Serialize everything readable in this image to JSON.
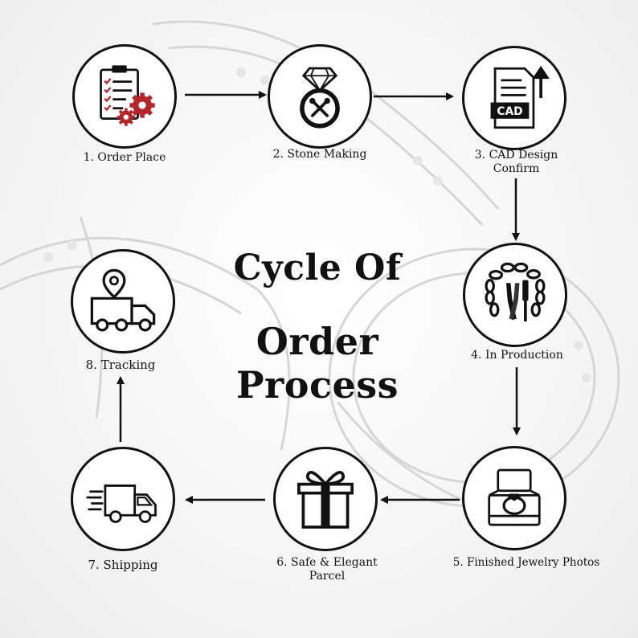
{
  "title_line1": "Cycle Of",
  "title_line2": "Order Process",
  "steps": [
    {
      "label_line1": "1. Order Place",
      "label_line2": "",
      "icon": "clipboard-gears-icon"
    },
    {
      "label_line1": "2. Stone Making",
      "label_line2": "",
      "icon": "diamond-ring-tools-icon"
    },
    {
      "label_line1": "3. CAD Design",
      "label_line2": "Confirm",
      "icon": "cad-file-icon"
    },
    {
      "label_line1": "4. In Production",
      "label_line2": "",
      "icon": "chain-pliers-icon"
    },
    {
      "label_line1": "5. Finished Jewelry Photos",
      "label_line2": "",
      "icon": "ring-box-icon"
    },
    {
      "label_line1": "6. Safe & Elegant",
      "label_line2": "Parcel",
      "icon": "gift-box-icon"
    },
    {
      "label_line1": "7. Shipping",
      "label_line2": "",
      "icon": "fast-truck-icon"
    },
    {
      "label_line1": "8. Tracking",
      "label_line2": "",
      "icon": "truck-location-icon"
    }
  ],
  "cad_badge": "CAD",
  "colors": {
    "accent_red": "#b3262b",
    "ink": "#111111"
  }
}
